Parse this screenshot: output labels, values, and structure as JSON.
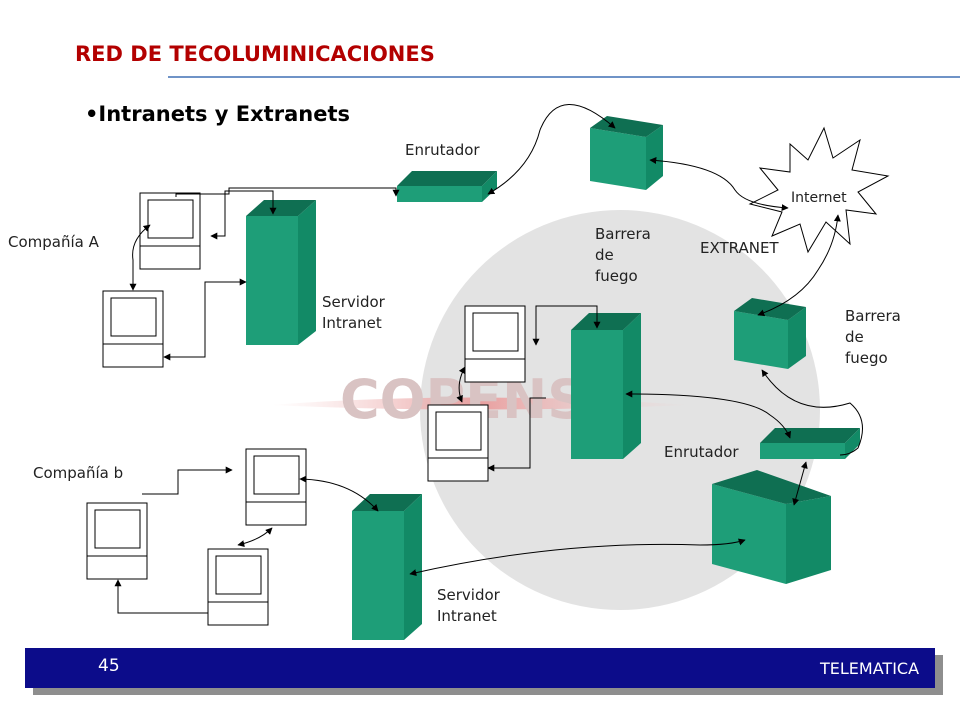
{
  "slide": {
    "title": "RED DE TECOLUMINICACIONES",
    "bullet": "•Intranets y Extranets",
    "page_number": "45",
    "footer_label": "TELEMATICA",
    "colors": {
      "title": "#b30000",
      "server": "#1e9e78",
      "footer": "#0c0c8a"
    }
  },
  "labels": {
    "router_top": "Enrutador",
    "company_a": "Compañía A",
    "server_a": [
      "Servidor",
      "Intranet"
    ],
    "firewall_mid": [
      "Barrera",
      "de",
      "fuego"
    ],
    "extranet": "EXTRANET",
    "internet": "Internet",
    "firewall_right": [
      "Barrera",
      "de",
      "fuego"
    ],
    "router_bottom": "Enrutador",
    "company_b": "Compañía b",
    "server_b": [
      "Servidor",
      "Intranet"
    ],
    "watermark": "COPENS"
  }
}
